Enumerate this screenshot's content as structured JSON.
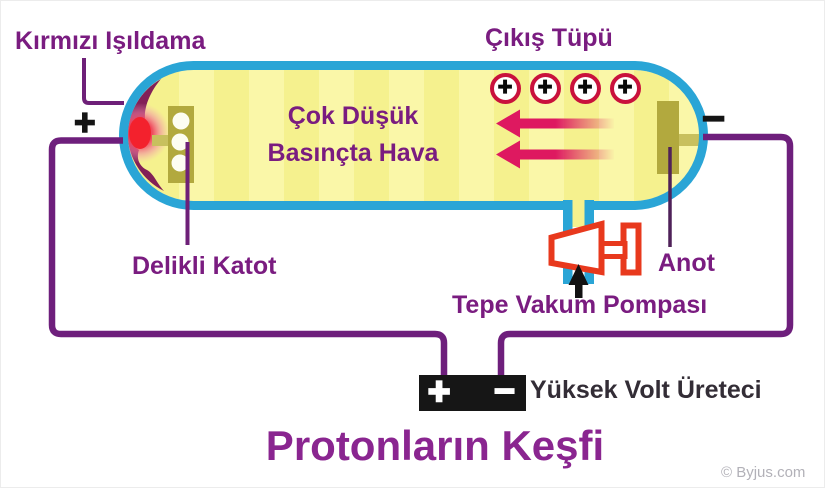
{
  "diagram": {
    "title": "Protonların Keşfi",
    "watermark": "© Byjus.com",
    "labels": {
      "red_glow": "Kırmızı Işıldama",
      "exit_tube": "Çıkış Tüpü",
      "gas_line1": "Çok Düşük",
      "gas_line2": "Basınçta Hava",
      "perforated_cathode": "Delikli Katot",
      "anode": "Anot",
      "vacuum_pump": "Tepe Vakum Pompası",
      "hv_generator": "Yüksek Volt Üreteci"
    },
    "symbols": {
      "tube_positive_terminal": "+",
      "tube_negative_terminal": "−",
      "battery_positive": "+",
      "battery_negative": "−",
      "proton_charge": "+",
      "proton_count": 4
    },
    "colors": {
      "tube_border": "#2AA5D6",
      "tube_fill": "#F5F18E",
      "tube_fill_stripe": "#FAF7A8",
      "electrode_olive": "#B2A93E",
      "electrode_tab": "#C8C05E",
      "glow_red": "#F3212D",
      "glow_dark_magenta": "#822057",
      "ray_arrow_pink": "#DE1960",
      "proton_ring_red": "#C9113C",
      "pump_red": "#E8391D",
      "wire_purple": "#6E1F7C",
      "label_purple": "#7A1C80",
      "title_purple": "#8A2590",
      "generator_text": "#332D36",
      "watermark_gray": "#B2B1B8",
      "battery_black": "#161616"
    }
  }
}
